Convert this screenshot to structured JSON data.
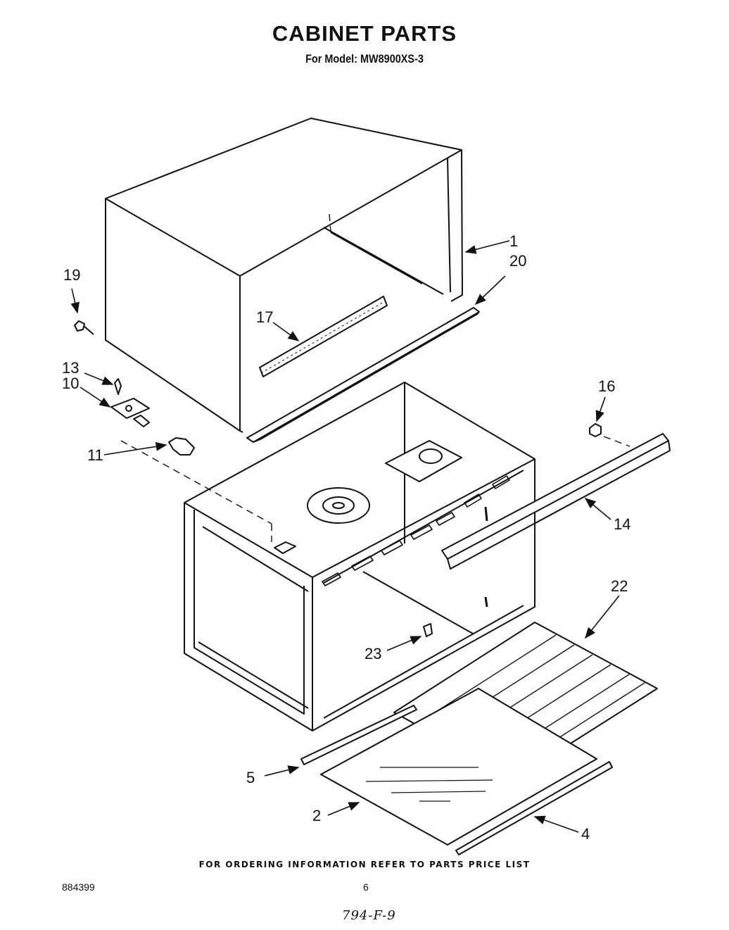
{
  "header": {
    "title": "CABINET PARTS",
    "subtitle": "For Model: MW8900XS-3"
  },
  "callouts": {
    "c1": "1",
    "c2": "2",
    "c4": "4",
    "c5": "5",
    "c10": "10",
    "c11": "11",
    "c13": "13",
    "c14": "14",
    "c16": "16",
    "c17": "17",
    "c19": "19",
    "c20": "20",
    "c22": "22",
    "c23": "23"
  },
  "footer": {
    "ordering_note": "FOR ORDERING INFORMATION REFER TO PARTS PRICE LIST",
    "doc_number": "884399",
    "page_number": "6",
    "handwritten_note": "794-F-9"
  }
}
